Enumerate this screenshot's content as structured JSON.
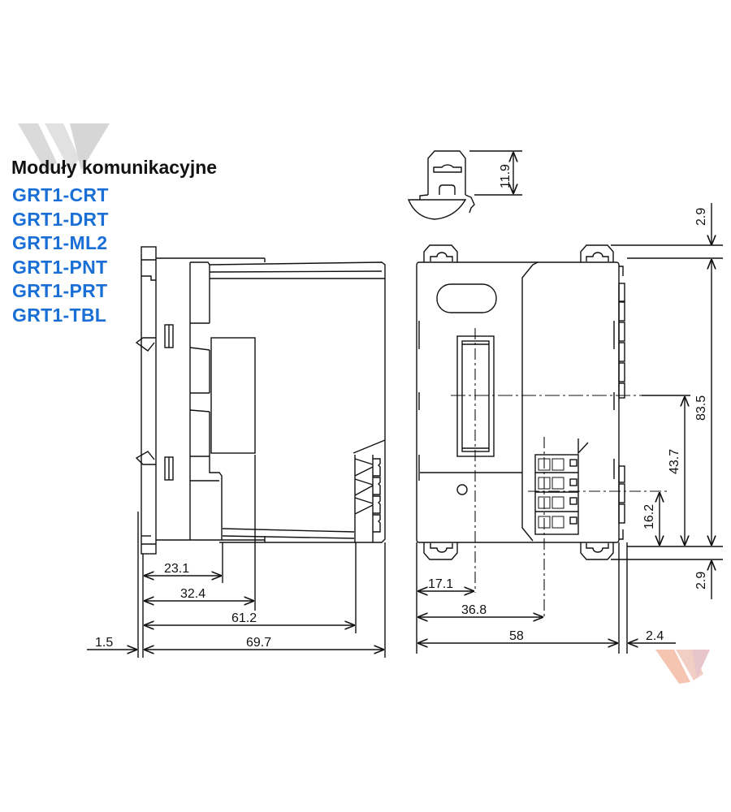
{
  "heading": {
    "title": "Moduły komunikacyjne",
    "models": [
      "GRT1-CRT",
      "GRT1-DRT",
      "GRT1-ML2",
      "GRT1-PNT",
      "GRT1-PRT",
      "GRT1-TBL"
    ],
    "title_color": "#111111",
    "model_color": "#1a6fd6"
  },
  "drawing": {
    "line_color": "#111111",
    "units": "mm",
    "side_view": {
      "dimensions": {
        "d1": "23.1",
        "d2": "32.4",
        "d3": "61.2",
        "d4": "69.7",
        "d5": "1.5"
      }
    },
    "top_clip_view": {
      "dimensions": {
        "clip_height": "11.9"
      }
    },
    "front_view": {
      "dimensions": {
        "top_margin": "2.9",
        "bottom_margin": "2.9",
        "total_height": "83.5",
        "connector_height": "43.7",
        "terminal_height": "16.2",
        "connector_x": "17.1",
        "terminal_x": "36.8",
        "width": "58",
        "side_offset": "2.4"
      }
    }
  },
  "watermarks": {
    "logo_glyph": "W",
    "gray": "#c8c8c8",
    "orange": "#f2a98a"
  }
}
